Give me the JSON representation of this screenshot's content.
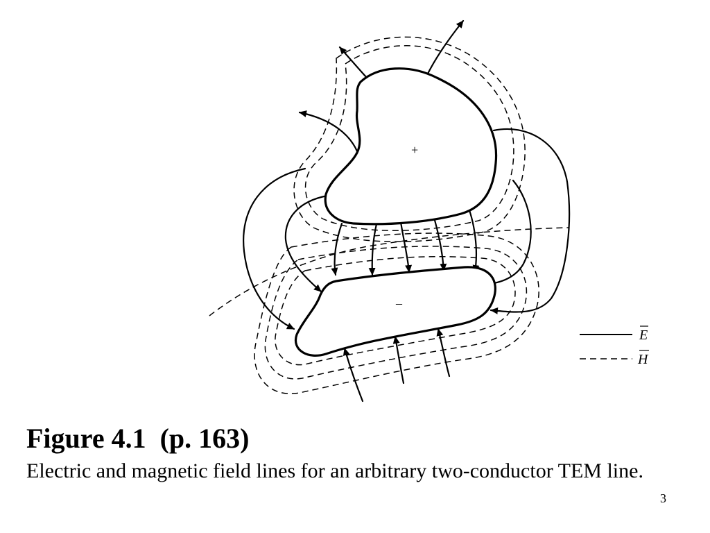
{
  "figure": {
    "title": "Figure 4.1  (p. 163)",
    "caption": "Electric and magnetic field lines for an arbitrary two-conductor TEM line."
  },
  "diagram": {
    "positive_label": "+",
    "negative_label": "–",
    "legend": [
      {
        "style": "solid",
        "label": "E"
      },
      {
        "style": "dashed",
        "label": "H"
      }
    ]
  },
  "page_number": "3"
}
